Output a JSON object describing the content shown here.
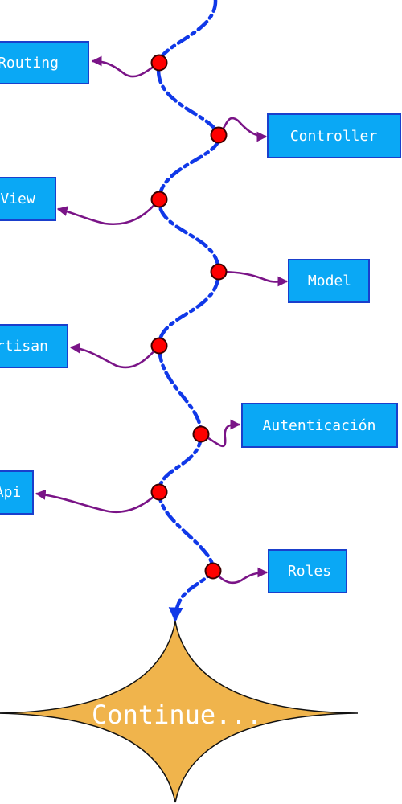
{
  "nodes": [
    {
      "label": "Routing"
    },
    {
      "label": "Controller"
    },
    {
      "label": "View"
    },
    {
      "label": "Model"
    },
    {
      "label": "Artisan"
    },
    {
      "label": "Autenticación"
    },
    {
      "label": "Api"
    },
    {
      "label": "Roles"
    }
  ],
  "end_node": {
    "label": "Continue..."
  },
  "colors": {
    "node_fill": "#0aa8f5",
    "node_border": "#1a3fcc",
    "spine": "#1038e8",
    "branch": "#7a1487",
    "joint": "#ff0000",
    "end_fill": "#f0b44c"
  }
}
